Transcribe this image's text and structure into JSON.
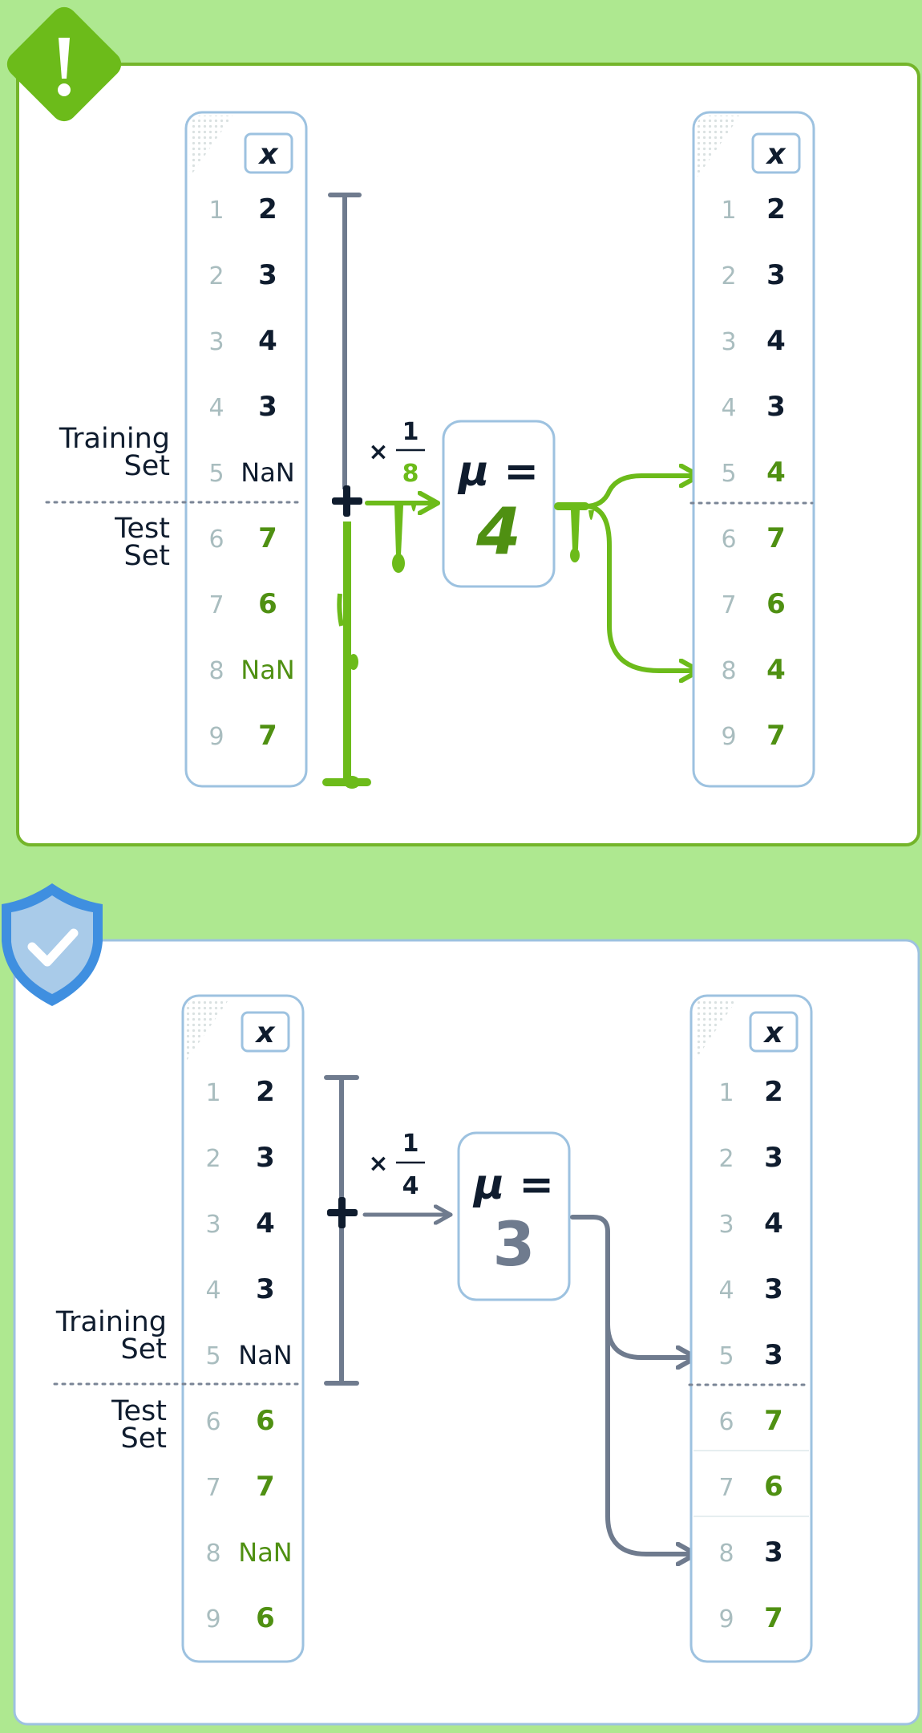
{
  "colors": {
    "background": "#aee890",
    "panel_border_top": "#74b52a",
    "panel_border_bottom": "#9dc2e0",
    "warning_green": "#6cbb1a",
    "shield_blue": "#3f8fe0",
    "gray_line": "#6f7b8e",
    "column_border": "#9dc2e0",
    "dark_text": "#0f1c2e",
    "green_text": "#4f9012",
    "index_text": "#a9bdbf"
  },
  "icons": {
    "warning": "warning-diamond-icon",
    "shield": "shield-check-icon"
  },
  "labels": {
    "training_line1": "Training",
    "training_line2": "Set",
    "test_line1": "Test",
    "test_line2": "Set",
    "column_header": "x",
    "mu_label": "μ =",
    "times_sign": "×",
    "frac_numerator": "1"
  },
  "top": {
    "frac_denominator": "8",
    "mu_value": "4",
    "input": [
      {
        "idx": "1",
        "val": "2",
        "tone": "dark"
      },
      {
        "idx": "2",
        "val": "3",
        "tone": "dark"
      },
      {
        "idx": "3",
        "val": "4",
        "tone": "dark"
      },
      {
        "idx": "4",
        "val": "3",
        "tone": "dark"
      },
      {
        "idx": "5",
        "val": "NaN",
        "tone": "dark"
      },
      {
        "idx": "6",
        "val": "7",
        "tone": "green"
      },
      {
        "idx": "7",
        "val": "6",
        "tone": "green"
      },
      {
        "idx": "8",
        "val": "NaN",
        "tone": "green"
      },
      {
        "idx": "9",
        "val": "7",
        "tone": "green"
      }
    ],
    "output": [
      {
        "idx": "1",
        "val": "2",
        "tone": "dark"
      },
      {
        "idx": "2",
        "val": "3",
        "tone": "dark"
      },
      {
        "idx": "3",
        "val": "4",
        "tone": "dark"
      },
      {
        "idx": "4",
        "val": "3",
        "tone": "dark"
      },
      {
        "idx": "5",
        "val": "4",
        "tone": "green"
      },
      {
        "idx": "6",
        "val": "7",
        "tone": "green"
      },
      {
        "idx": "7",
        "val": "6",
        "tone": "green"
      },
      {
        "idx": "8",
        "val": "4",
        "tone": "green"
      },
      {
        "idx": "9",
        "val": "7",
        "tone": "green"
      }
    ]
  },
  "bottom": {
    "frac_denominator": "4",
    "mu_value": "3",
    "input": [
      {
        "idx": "1",
        "val": "2",
        "tone": "dark"
      },
      {
        "idx": "2",
        "val": "3",
        "tone": "dark"
      },
      {
        "idx": "3",
        "val": "4",
        "tone": "dark"
      },
      {
        "idx": "4",
        "val": "3",
        "tone": "dark"
      },
      {
        "idx": "5",
        "val": "NaN",
        "tone": "dark"
      },
      {
        "idx": "6",
        "val": "6",
        "tone": "green"
      },
      {
        "idx": "7",
        "val": "7",
        "tone": "green"
      },
      {
        "idx": "8",
        "val": "NaN",
        "tone": "green"
      },
      {
        "idx": "9",
        "val": "6",
        "tone": "green"
      }
    ],
    "output": [
      {
        "idx": "1",
        "val": "2",
        "tone": "dark"
      },
      {
        "idx": "2",
        "val": "3",
        "tone": "dark"
      },
      {
        "idx": "3",
        "val": "4",
        "tone": "dark"
      },
      {
        "idx": "4",
        "val": "3",
        "tone": "dark"
      },
      {
        "idx": "5",
        "val": "3",
        "tone": "dark"
      },
      {
        "idx": "6",
        "val": "7",
        "tone": "green"
      },
      {
        "idx": "7",
        "val": "6",
        "tone": "green"
      },
      {
        "idx": "8",
        "val": "3",
        "tone": "dark"
      },
      {
        "idx": "9",
        "val": "7",
        "tone": "green"
      }
    ]
  }
}
